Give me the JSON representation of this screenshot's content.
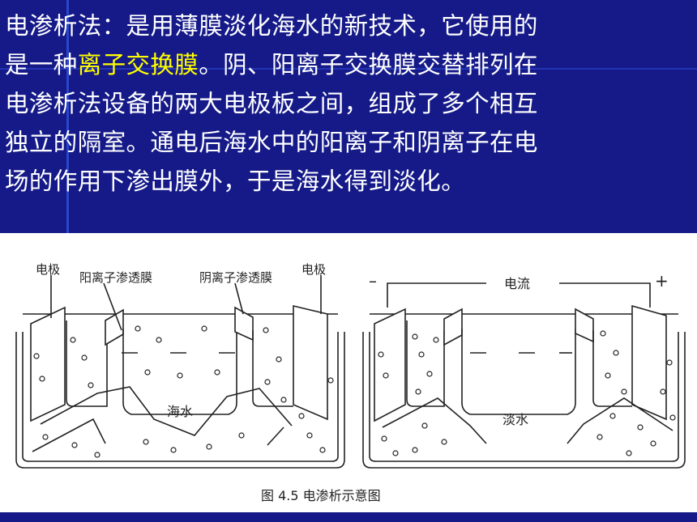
{
  "slide": {
    "paragraph": {
      "line1": " 电渗析法：是用薄膜淡化海水的新技术，它使用的",
      "line2_before": "是一种",
      "line2_highlight": "离子交换膜",
      "line2_after": "。阴、阳离子交换膜交替排列在",
      "line3": "电渗析法设备的两大电极板之间，组成了多个相互",
      "line4": "独立的隔室。通电后海水中的阳离子和阴离子在电",
      "line5": "场的作用下渗出膜外，于是海水得到淡化。"
    },
    "figure": {
      "left_electrode_label": "电极",
      "cation_membrane_label": "阳离子渗透膜",
      "anion_membrane_label": "阴离子渗透膜",
      "right_electrode_label": "电极",
      "minus_sign": "–",
      "current_label": "电流",
      "plus_sign": "+",
      "seawater_label": "海水",
      "freshwater_label": "淡水",
      "caption": "图 4.5   电渗析示意图"
    },
    "colors": {
      "background": "#151a88",
      "text": "#ffffff",
      "highlight": "#ffff00"
    }
  }
}
